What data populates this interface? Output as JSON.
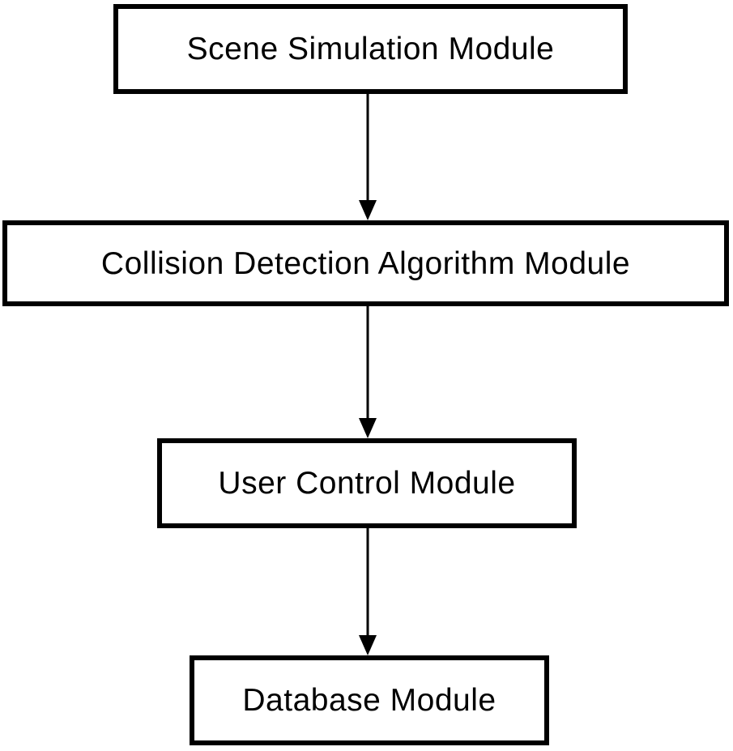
{
  "diagram": {
    "type": "flowchart",
    "nodes": [
      {
        "id": "scene-simulation",
        "label": "Scene Simulation Module"
      },
      {
        "id": "collision-detection",
        "label": "Collision Detection Algorithm Module"
      },
      {
        "id": "user-control",
        "label": "User Control Module"
      },
      {
        "id": "database",
        "label": "Database Module"
      }
    ],
    "edges": [
      {
        "from": "scene-simulation",
        "to": "collision-detection",
        "direction": "down",
        "style": "solid-arrow"
      },
      {
        "from": "collision-detection",
        "to": "user-control",
        "direction": "down",
        "style": "solid-arrow"
      },
      {
        "from": "user-control",
        "to": "database",
        "direction": "down",
        "style": "solid-arrow"
      }
    ],
    "colors": {
      "background": "#ffffff",
      "box_fill": "#ffffff",
      "box_border": "#000000",
      "text": "#000000",
      "arrow": "#000000"
    }
  }
}
